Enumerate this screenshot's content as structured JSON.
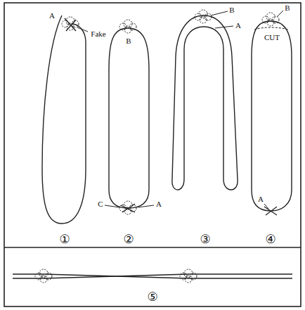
{
  "diagram": {
    "labels": [
      "A",
      "Fake",
      "①",
      "B",
      "C",
      "A",
      "②",
      "B",
      "A",
      "③",
      "B",
      "CUT",
      "A",
      "④",
      "⑤"
    ]
  }
}
